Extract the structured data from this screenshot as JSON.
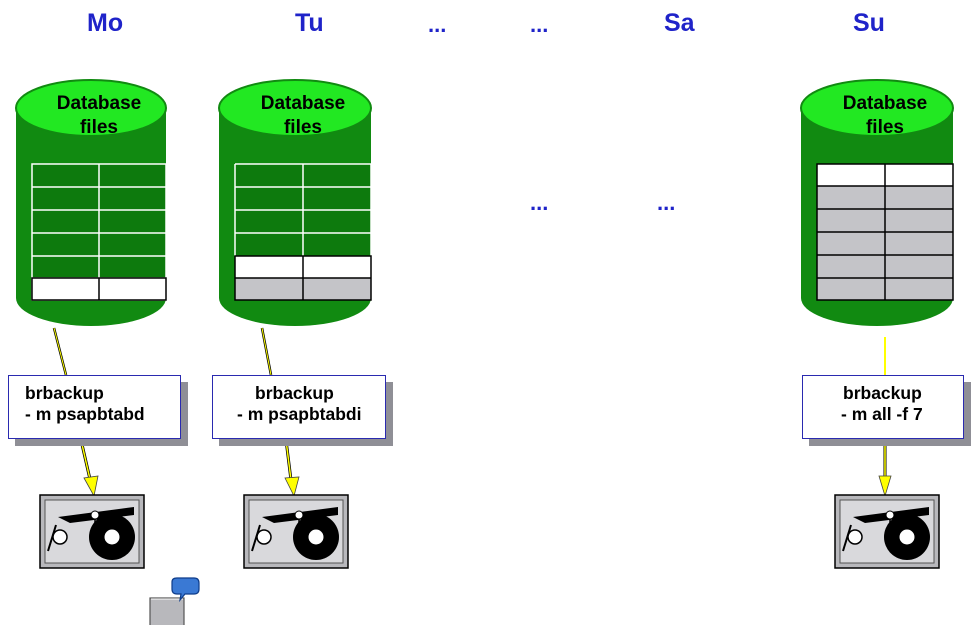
{
  "days": {
    "mo": "Mo",
    "tu": "Tu",
    "dots1": "...",
    "dots2": "...",
    "sa": "Sa",
    "su": "Su"
  },
  "middle_dots": [
    "...",
    "..."
  ],
  "cylinders": [
    {
      "label_line1": "Database",
      "label_line2": "files",
      "cells_state": "6 green rows, 1 white row"
    },
    {
      "label_line1": "Database",
      "label_line2": "files",
      "cells_state": "5 green rows, 1 white row, 1 gray row"
    },
    {
      "label_line1": "Database",
      "label_line2": "files",
      "cells_state": "1 white row, 6 gray rows"
    }
  ],
  "commands": [
    {
      "line1": "brbackup",
      "line2": "- m psapbtabd"
    },
    {
      "line1": "brbackup",
      "line2": "- m psapbtabdi"
    },
    {
      "line1": "brbackup",
      "line2": "- m all -f 7"
    }
  ],
  "colors": {
    "day_label": "#1f23c9",
    "cylinder_green": "#118a11",
    "cylinder_top": "#22e822",
    "table_green": "#0d7a0d",
    "table_gray": "#c4c4c8",
    "arrow_yellow": "#ffff00",
    "box_border": "#2a2ab0",
    "tape_gray": "#b8b8bc"
  },
  "icons": [
    "tape-drive-icon",
    "note-icon"
  ]
}
